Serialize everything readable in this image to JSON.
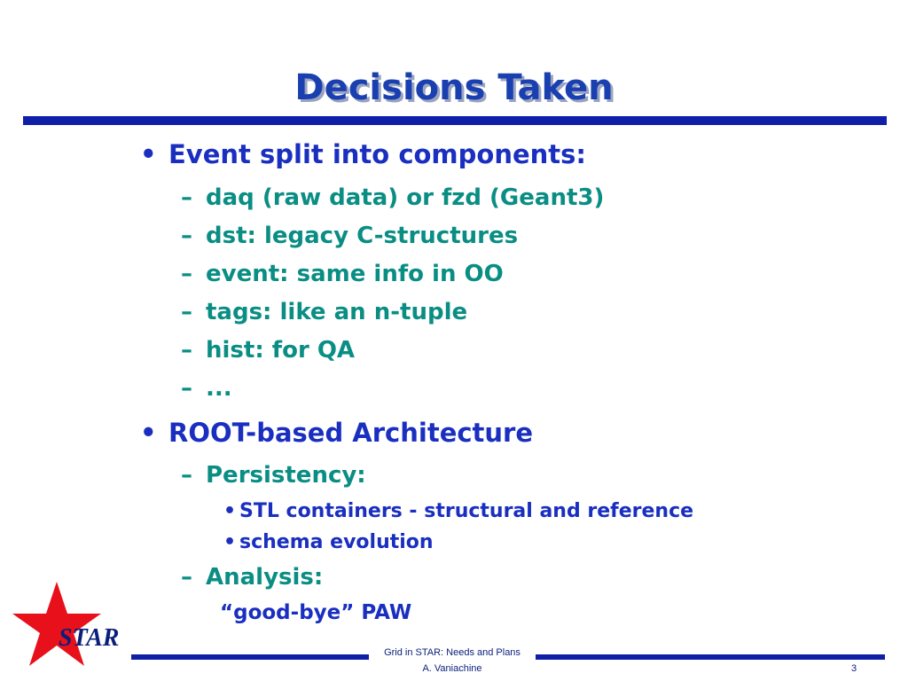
{
  "slide": {
    "title": "Decisions Taken",
    "bullets": [
      {
        "marker": "•",
        "text": "Event split into components:",
        "sub": [
          {
            "marker": "–",
            "text": "daq (raw data) or fzd (Geant3)"
          },
          {
            "marker": "–",
            "text": "dst: legacy C-structures"
          },
          {
            "marker": "–",
            "text": "event: same info in OO"
          },
          {
            "marker": "–",
            "text": "tags: like an n-tuple"
          },
          {
            "marker": "–",
            "text": "hist: for QA"
          },
          {
            "marker": "–",
            "text": "..."
          }
        ]
      },
      {
        "marker": "•",
        "text": "ROOT-based Architecture",
        "sub": [
          {
            "marker": "–",
            "text": "Persistency:",
            "sub": [
              {
                "marker": "•",
                "text": "STL containers - structural and reference"
              },
              {
                "marker": "•",
                "text": "schema evolution"
              }
            ]
          },
          {
            "marker": "–",
            "text": "Analysis:",
            "continuation": "“good-bye” PAW"
          }
        ]
      }
    ]
  },
  "logo": {
    "text": "STAR",
    "icon": "red-star-icon",
    "star_color": "#e8101a"
  },
  "footer": {
    "presentation_title": "Grid in STAR: Needs and Plans",
    "author": "A. Vaniachine",
    "page_number": "3"
  },
  "colors": {
    "title": "#1a3fb0",
    "level1": "#1a2fc0",
    "level2": "#0a8e84",
    "rule": "#0f1fa8"
  }
}
